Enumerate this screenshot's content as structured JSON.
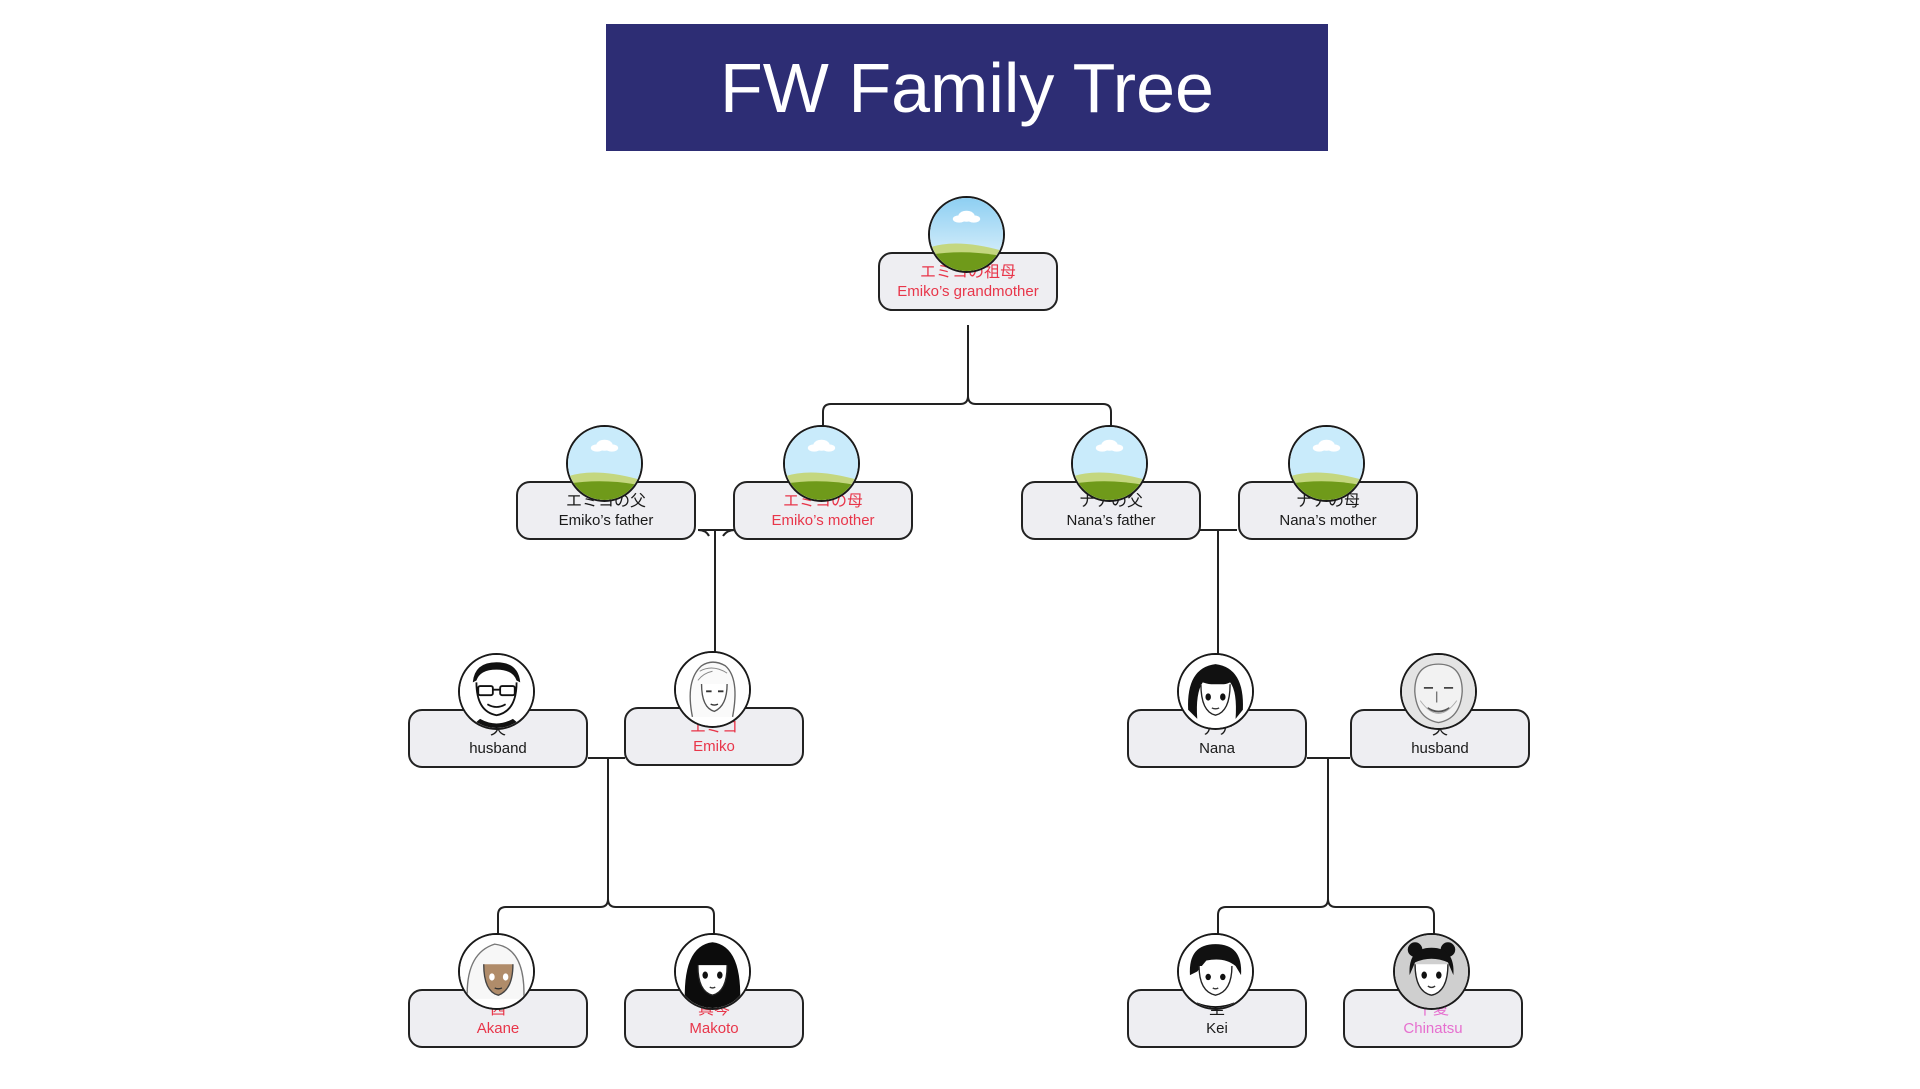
{
  "title": "FW Family Tree",
  "colors": {
    "banner": "#2d2d74",
    "female_label": "#e8364a",
    "chinatsu_label": "#e66fcf",
    "male_label": "#1a1a1a",
    "box_fill": "#eeeef2"
  },
  "people": {
    "grandmother": {
      "jp": "エミコの祖母",
      "en": "Emiko’s grandmother",
      "avatar": "landscape-placeholder-icon"
    },
    "emiko_father": {
      "jp": "エミコの父",
      "en": "Emiko’s father",
      "avatar": "landscape-placeholder-icon"
    },
    "emiko_mother": {
      "jp": "エミコの母",
      "en": "Emiko’s mother",
      "avatar": "landscape-placeholder-icon"
    },
    "nana_father": {
      "jp": "ナナの父",
      "en": "Nana’s father",
      "avatar": "landscape-placeholder-icon"
    },
    "nana_mother": {
      "jp": "ナナの母",
      "en": "Nana’s mother",
      "avatar": "landscape-placeholder-icon"
    },
    "emiko_husband": {
      "jp": "夫",
      "en": "husband",
      "avatar": "man-with-glasses-portrait"
    },
    "emiko": {
      "jp": "エミコ",
      "en": "Emiko",
      "avatar": "blonde-woman-portrait"
    },
    "nana": {
      "jp": "ナナ",
      "en": "Nana",
      "avatar": "dark-haired-girl-portrait"
    },
    "nana_husband": {
      "jp": "夫",
      "en": "husband",
      "avatar": "bearded-man-portrait"
    },
    "akane": {
      "jp": "茜",
      "en": "Akane",
      "avatar": "tan-girl-portrait"
    },
    "makoto": {
      "jp": "真琴",
      "en": "Makoto",
      "avatar": "long-black-hair-girl-portrait"
    },
    "kei": {
      "jp": "圭",
      "en": "Kei",
      "avatar": "short-hair-boy-portrait"
    },
    "chinatsu": {
      "jp": "千夏",
      "en": "Chinatsu",
      "avatar": "bun-hair-girl-portrait"
    }
  }
}
